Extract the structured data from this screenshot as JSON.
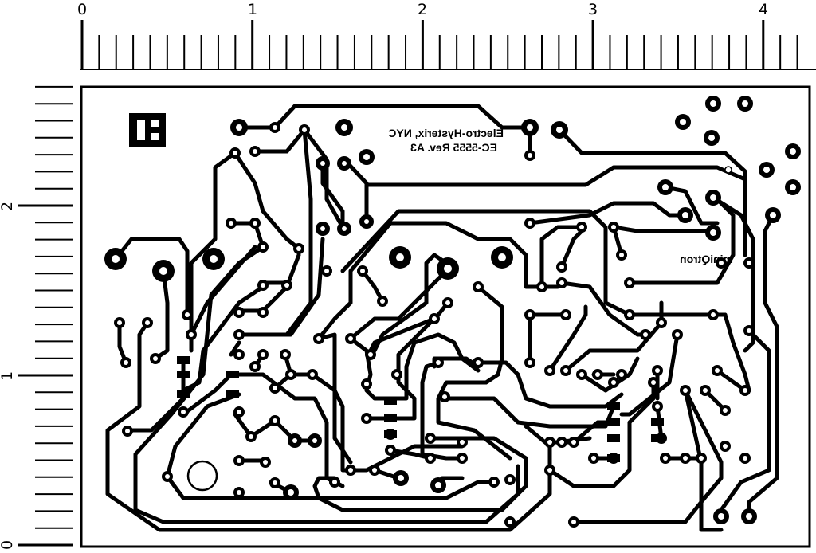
{
  "ruler": {
    "top_labels": [
      "0",
      "1",
      "2",
      "3",
      "4"
    ],
    "left_labels": [
      "2",
      "1",
      "0"
    ]
  },
  "board": {
    "silkscreen_lines": [
      "Electro-Hysterix, NYC",
      "EC-5555 Rev. A3"
    ],
    "mirrored_label": "miniQtron"
  }
}
